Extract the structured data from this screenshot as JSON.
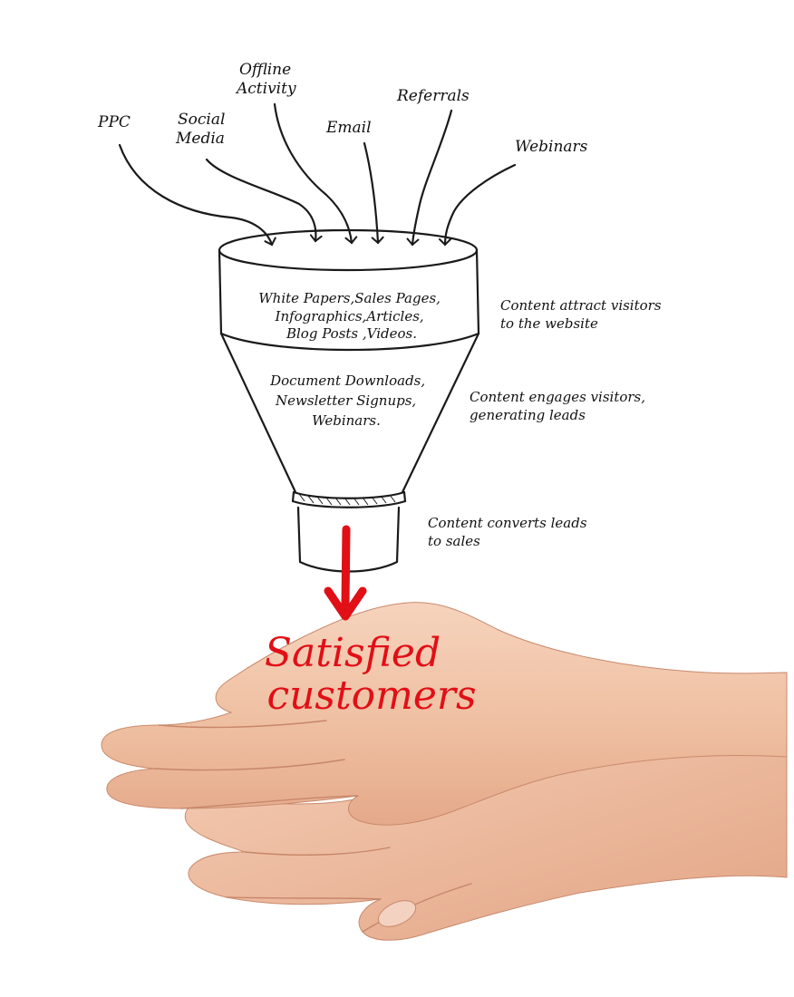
{
  "sources": {
    "ppc": "PPC",
    "social": [
      "Social",
      "Media"
    ],
    "offline": [
      "Offline",
      "Activity"
    ],
    "email": "Email",
    "referrals": "Referrals",
    "webinars": "Webinars"
  },
  "funnel": {
    "top_content": [
      "White Papers,Sales Pages,",
      "Infographics,Articles,",
      "Blog Posts ,Videos."
    ],
    "middle_content": [
      "Document Downloads,",
      "Newsletter Signups,",
      "Webinars."
    ]
  },
  "stages": {
    "attract": [
      "Content attract visitors",
      "to the website"
    ],
    "engage": [
      "Content engages visitors,",
      "generating leads"
    ],
    "convert": [
      "Content converts leads",
      "to sales"
    ]
  },
  "outcome": [
    "Satisfied",
    "customers"
  ],
  "colors": {
    "ink": "#1a1a1a",
    "accent": "#e10f16",
    "skin": "#f2c4a8",
    "skin_shadow": "#d9987a"
  },
  "icons": {
    "source_arrow": "curved-arrow-icon",
    "output_arrow": "down-arrow-icon",
    "hands": "cupped-hands-illustration"
  }
}
